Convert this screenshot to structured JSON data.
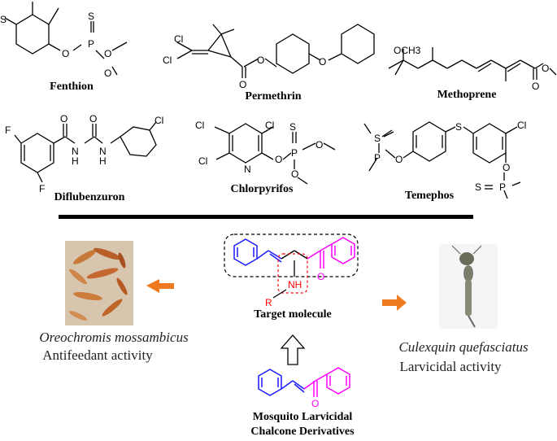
{
  "compounds": {
    "fenthion": "Fenthion",
    "permethrin": "Permethrin",
    "methoprene": "Methoprene",
    "diflubenzuron": "Diflubenzuron",
    "chlorpyrifos": "Chlorpyrifos",
    "temephos": "Temephos"
  },
  "atoms": {
    "s": "S",
    "p": "P",
    "o": "O",
    "cl": "Cl",
    "f": "F",
    "n": "N",
    "nh": "NH",
    "h": "H",
    "r": "R",
    "och3": "OCH3"
  },
  "center": {
    "target": "Target molecule",
    "chalcone_line1": "Mosquito Larvicidal",
    "chalcone_line2": "Chalcone Derivatives"
  },
  "left": {
    "species": "Oreochromis mossambicus",
    "activity": "Antifeedant activity"
  },
  "right": {
    "species": "Culexquin quefasciatus",
    "activity": "Larvicidal activity"
  },
  "colors": {
    "phenyl_a": "#1a1aff",
    "phenyl_b": "#ff00ff",
    "amine": "#ff0000",
    "arrow": "#f07a20"
  }
}
